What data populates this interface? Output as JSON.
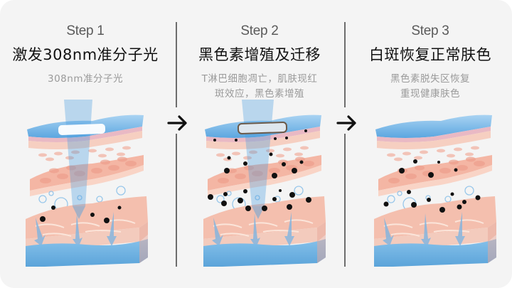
{
  "steps": [
    {
      "step_label": "Step 1",
      "title": "激发308nm准分子光",
      "description_lines": [
        "308nm准分子光"
      ],
      "illustration": "skin-layers-with-excimer-light-beam"
    },
    {
      "step_label": "Step 2",
      "title": "黑色素增殖及迁移",
      "description_lines": [
        "T淋巴细胞凋亡，肌肤现红",
        "斑效应，黑色素增殖"
      ],
      "illustration": "skin-layers-with-melanin-proliferation"
    },
    {
      "step_label": "Step 3",
      "title": "白斑恢复正常肤色",
      "description_lines": [
        "黑色素脱失区恢复",
        "重现健康肤色"
      ],
      "illustration": "skin-layers-restored-pigmentation"
    }
  ],
  "arrows": [
    "arrow-right-icon",
    "arrow-right-icon"
  ],
  "colors": {
    "background": "#f4f4f4",
    "step_label": "#5a5a5a",
    "title": "#111111",
    "description": "#9a9a9a",
    "divider": "#6d6d6d",
    "epidermis_blue": "#6fb3e6",
    "skin_pink": "#f3b8a8",
    "dermis_blue": "#7fbde6",
    "melanin": "#111111"
  }
}
